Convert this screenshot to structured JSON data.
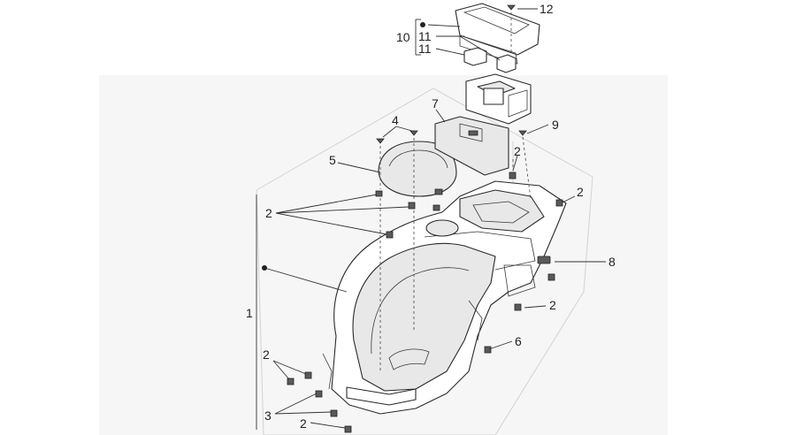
{
  "callouts": {
    "c1": "1",
    "c2a": "2",
    "c2b": "2",
    "c2c": "2",
    "c2d": "2",
    "c2e": "2",
    "c2f": "2",
    "c3": "3",
    "c4": "4",
    "c5": "5",
    "c6": "6",
    "c7": "7",
    "c8": "8",
    "c9": "9",
    "c10": "10",
    "c11a": "11",
    "c11b": "11",
    "c12": "12"
  },
  "colors": {
    "line": "#2a2a2a",
    "background_box": "#f6f6f6",
    "box_outline": "#d2d2d2"
  },
  "icons": {
    "included_marker": "filled-dot"
  }
}
